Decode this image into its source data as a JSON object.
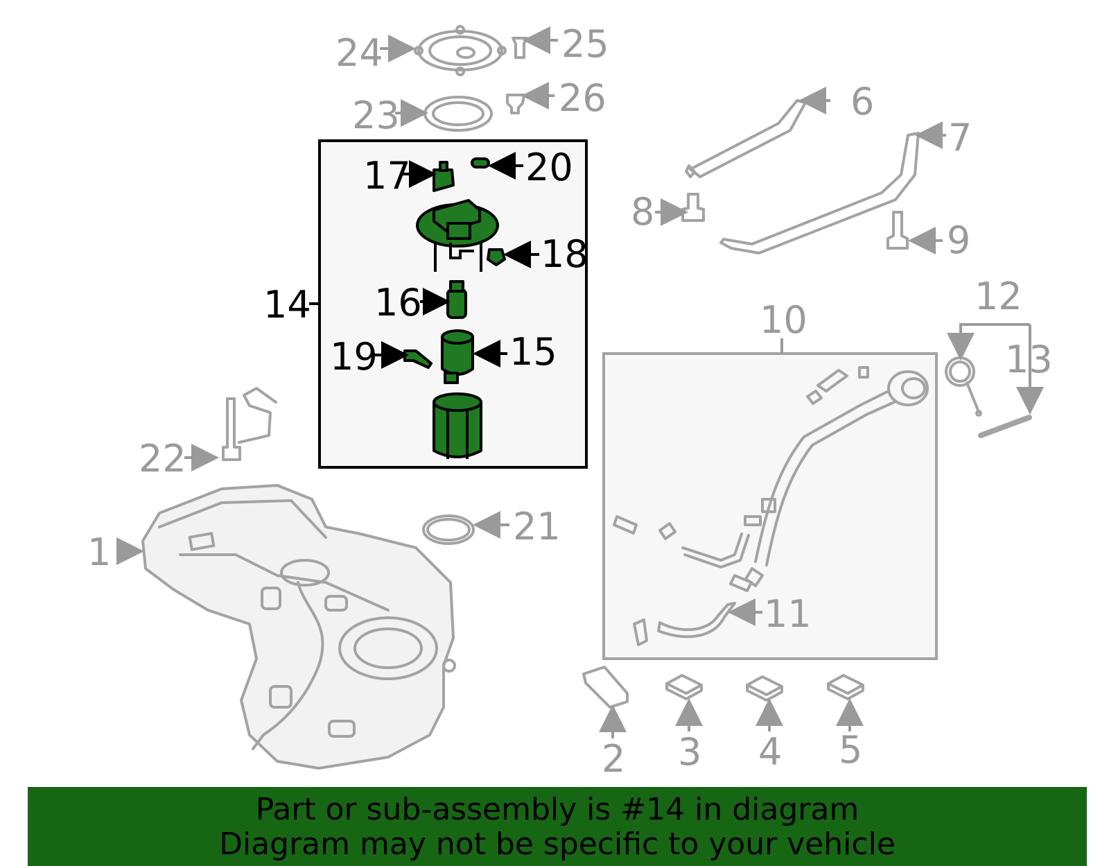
{
  "callouts": {
    "c1": "1",
    "c2": "2",
    "c3": "3",
    "c4": "4",
    "c5": "5",
    "c6": "6",
    "c7": "7",
    "c8": "8",
    "c9": "9",
    "c10": "10",
    "c11": "11",
    "c12": "12",
    "c13": "13",
    "c14": "14",
    "c15": "15",
    "c16": "16",
    "c17": "17",
    "c18": "18",
    "c19": "19",
    "c20": "20",
    "c21": "21",
    "c22": "22",
    "c23": "23",
    "c24": "24",
    "c25": "25",
    "c26": "26"
  },
  "highlight_part": "14",
  "colors": {
    "highlight_green": "#1f7a22",
    "banner_green": "#176614",
    "muted_gray": "#9a9a9a"
  },
  "banner": {
    "line1": "Part or sub-assembly is #14 in diagram",
    "line2": "Diagram may not be specific to your vehicle"
  }
}
